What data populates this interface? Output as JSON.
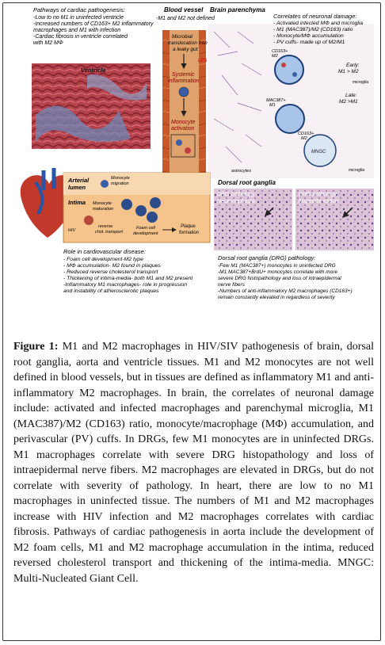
{
  "figure": {
    "pathways_title": "Pathways of cardiac pathogenesis:",
    "pathways_lines": [
      "-Low to no M1 in uninfected ventricle",
      "-Increased numbers of CD163+ M2 inflammatory",
      " macrophages and M1 with infection",
      "-Cardiac fibrosis in ventricle correlated",
      "  with M2 MΦ"
    ],
    "ventricle_label": "Ventricle",
    "blood_vessel_title": "Blood vessel",
    "blood_vessel_sub": "-M1 and M2 not defined",
    "brain_title": "Brain parenchyma",
    "microbial_lines": [
      "Microbial",
      "translocation from",
      "a leaky gut"
    ],
    "lps": "LPS",
    "systemic_lines": [
      "Systemic",
      "inflammation"
    ],
    "monocyte_activation_lines": [
      "Monocyte",
      "activation"
    ],
    "correlates_title": "Correlates of neuronal damage:",
    "correlates_lines": [
      "- Activated infected MΦ and microglia",
      "- M1 (MAC387)/M2 (CD163) ratio",
      "- Monocyte/MΦ accumulation",
      "- PV cuffs- made up of M2/M1"
    ],
    "early_lines": [
      "Early:",
      "M1 > M2"
    ],
    "late_lines": [
      "Late:",
      "M2 >M1"
    ],
    "cd163_m2_lines": [
      "CD163+",
      "M2"
    ],
    "mac387_lines": [
      "MAC387+",
      "M1"
    ],
    "microglia": "microglia",
    "mngc": "MNGC",
    "astrocytes": "astrocytes",
    "arterial_lumen_lines": [
      "Arterial",
      "lumen"
    ],
    "monocyte_migration_lines": [
      "Monocyte",
      "migration"
    ],
    "intima": "Intima",
    "monocyte_maturation_lines": [
      "Monocyte",
      "maturation"
    ],
    "hiv": "HIV",
    "reverse_chol_lines": [
      "reverse",
      "chol. transport"
    ],
    "foam_cell_lines": [
      "Foam cell",
      "development"
    ],
    "plaque_lines": [
      "Plaque",
      "formation"
    ],
    "drg_title": "Dorsal root ganglia",
    "drg_panel1_lines": [
      "DRG pathology:",
      "Neuronophagia"
    ],
    "drg_panel2_lines": [
      "DRG pathology:",
      "Nageotte nodule"
    ],
    "cardio_title": "Role in cardiovascular disease:",
    "cardio_lines": [
      "- Foam cell development-M2 type",
      "- MΦ accumulation- M2 found in plaques",
      "- Reduced reverse cholesterol transport",
      "- Thickening of intima-media- both M1 and M2 present",
      "-Inflammatory M1 macrophages- role in progression",
      "  and instability of atherosclerotic plaques"
    ],
    "drg_path_title": "Dorsal root ganglia (DRG) pathology:",
    "drg_path_lines": [
      "-Few M1 (MAC387+) monocytes in uninfected DRG",
      "-M1 MAC387+BrdU+ monocytes correlate with more",
      "  severe DRG histopathology and loss of intraepidermal",
      "  nerve fibers",
      "-Numbers of anti-inflammatory M2 macrophages (CD163+)",
      "  remain constantly elevated in regardless of severity"
    ]
  },
  "caption": {
    "label": "Figure 1:",
    "text": " M1 and M2 macrophages in HIV/SIV pathogenesis of brain, dorsal root ganglia, aorta and ventricle tissues. M1 and M2 monocytes are not well defined in blood vessels, but in tissues are defined as inflammatory M1 and anti-inflammatory M2 macrophages. In brain, the correlates of neuronal damage include: activated and infected macrophages and parenchymal microglia, M1 (MAC387)/M2 (CD163) ratio, monocyte/macrophage (MΦ) accumulation, and perivascular (PV) cuffs. In DRGs, few M1 monocytes are in uninfected DRGs. M1 macrophages correlate with severe DRG histopathology and loss of intraepidermal nerve fibers. M2 macrophages are elevated in DRGs, but do not correlate with severity of pathology. In heart, there are low to no M1 macrophages in uninfected tissue. The numbers of M1 and M2 macrophages increase with HIV infection and M2 macrophages correlates with cardiac fibrosis. Pathways of cardiac pathogenesis in aorta include the development of M2 foam cells, M1 and M2 macrophage accumulation in the intima, reduced reversed cholesterol transport and thickening of the intima-media. MNGC: Multi-Nucleated Giant Cell."
  }
}
